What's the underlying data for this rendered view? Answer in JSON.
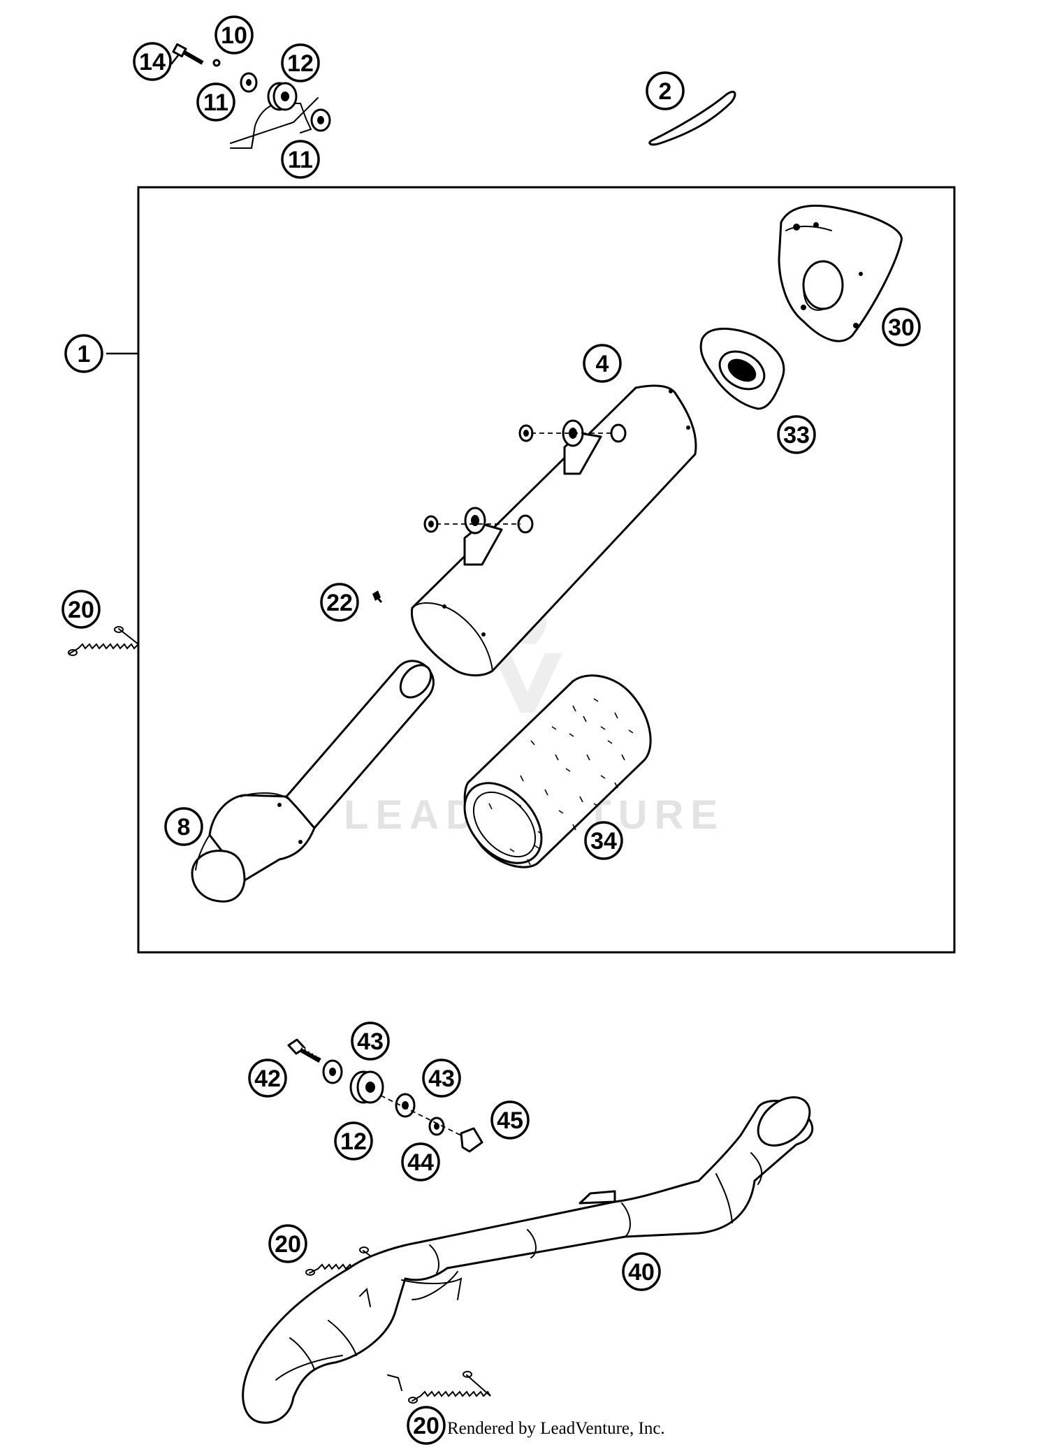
{
  "diagram": {
    "credit_text": "Rendered by LeadVenture, Inc.",
    "watermark_text": "LEADVENTURE",
    "callouts": [
      {
        "id": "c14a",
        "label": "14"
      },
      {
        "id": "c10",
        "label": "10"
      },
      {
        "id": "c12a",
        "label": "12"
      },
      {
        "id": "c11a",
        "label": "11"
      },
      {
        "id": "c11b",
        "label": "11"
      },
      {
        "id": "c2",
        "label": "2"
      },
      {
        "id": "c1",
        "label": "1"
      },
      {
        "id": "c30",
        "label": "30"
      },
      {
        "id": "c4",
        "label": "4"
      },
      {
        "id": "c33",
        "label": "33"
      },
      {
        "id": "c22",
        "label": "22"
      },
      {
        "id": "c20a",
        "label": "20"
      },
      {
        "id": "c8",
        "label": "8"
      },
      {
        "id": "c34",
        "label": "34"
      },
      {
        "id": "c43a",
        "label": "43"
      },
      {
        "id": "c42",
        "label": "42"
      },
      {
        "id": "c43b",
        "label": "43"
      },
      {
        "id": "c45",
        "label": "45"
      },
      {
        "id": "c12b",
        "label": "12"
      },
      {
        "id": "c44",
        "label": "44"
      },
      {
        "id": "c20b",
        "label": "20"
      },
      {
        "id": "c40",
        "label": "40"
      },
      {
        "id": "c20c",
        "label": "20"
      }
    ]
  }
}
